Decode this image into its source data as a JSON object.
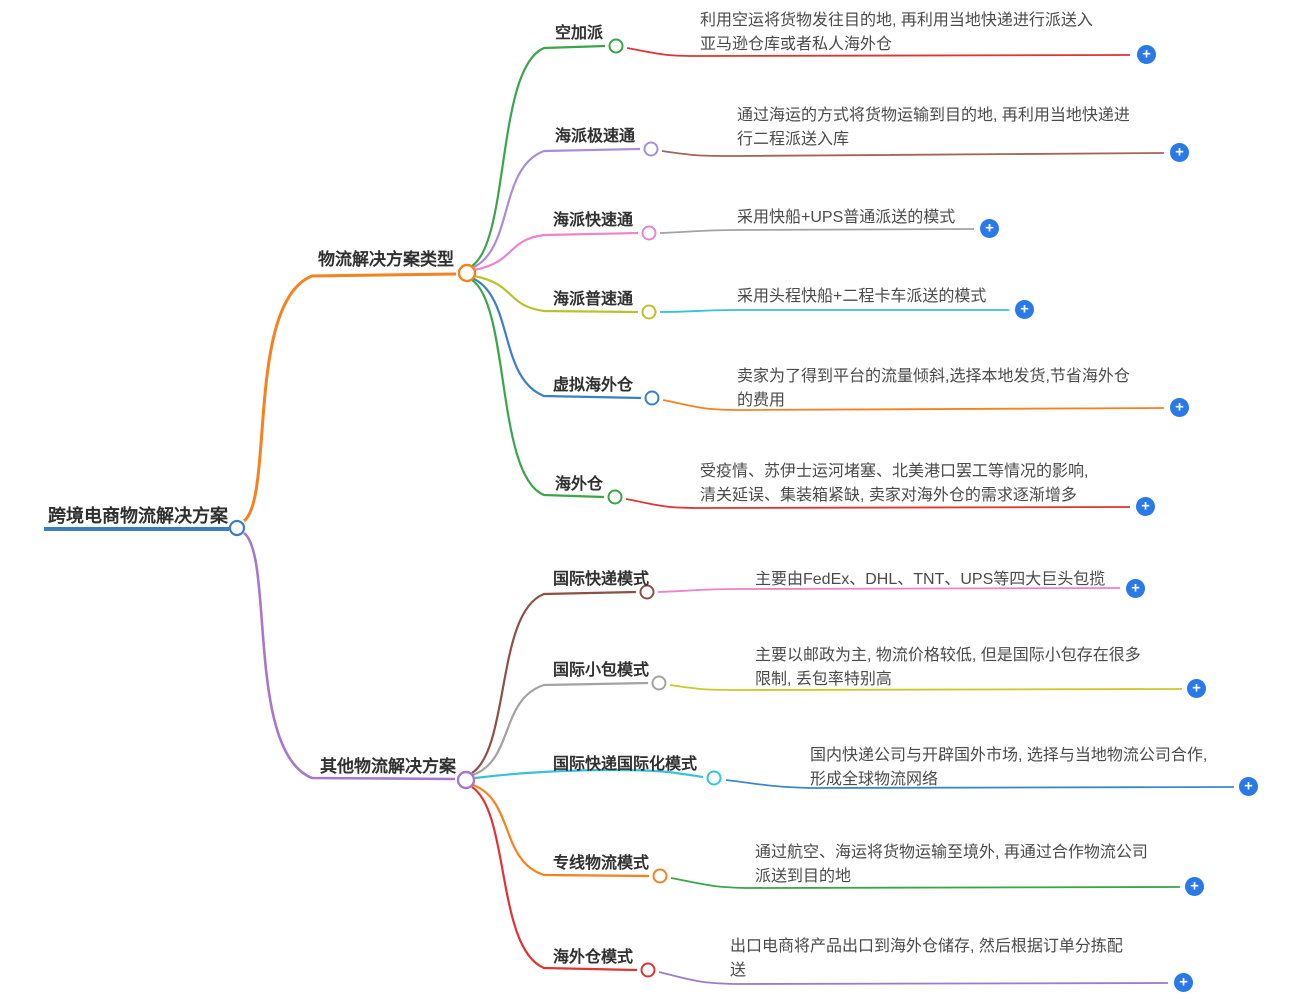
{
  "palette": {
    "blue": "#3b7ec0",
    "orange": "#f5821f",
    "purple": "#a678cd",
    "green": "#3aa648",
    "violet": "#a98ed6",
    "pink": "#ee82d0",
    "olive": "#bcc22c",
    "azure": "#3a80c4",
    "red": "#e03333",
    "brown": "#a2655c",
    "gray": "#a3a3a3",
    "cyan": "#35c3d8",
    "maroon": "#8d4f46",
    "rose": "#ef82c8",
    "yellow": "#c9c929",
    "steel": "#3e86c8",
    "lilac": "#9e7cc8",
    "plus_button": "#2979e8",
    "text_label": "#303030",
    "text_desc": "#4a4a4a"
  },
  "icons": {
    "plus": "+"
  },
  "root": {
    "label": "跨境电商物流解决方案"
  },
  "branch_top": {
    "label": "物流解决方案类型",
    "children": [
      {
        "label": "空加派",
        "desc": "利用空运将货物发往目的地, 再利用当地快递进行派送入\n亚马逊仓库或者私人海外仓"
      },
      {
        "label": "海派极速通",
        "desc": "通过海运的方式将货物运输到目的地, 再利用当地快递进\n行二程派送入库"
      },
      {
        "label": "海派快速通",
        "desc": "采用快船+UPS普通派送的模式"
      },
      {
        "label": "海派普速通",
        "desc": "采用头程快船+二程卡车派送的模式"
      },
      {
        "label": "虚拟海外仓",
        "desc": "卖家为了得到平台的流量倾斜,选择本地发货,节省海外仓\n的费用"
      },
      {
        "label": "海外仓",
        "desc": "受疫情、苏伊士运河堵塞、北美港口罢工等情况的影响,\n清关延误、集装箱紧缺, 卖家对海外仓的需求逐渐增多"
      }
    ]
  },
  "branch_bottom": {
    "label": "其他物流解决方案",
    "children": [
      {
        "label": "国际快递模式",
        "desc": "主要由FedEx、DHL、TNT、UPS等四大巨头包揽"
      },
      {
        "label": "国际小包模式",
        "desc": "主要以邮政为主, 物流价格较低, 但是国际小包存在很多\n限制, 丢包率特别高"
      },
      {
        "label": "国际快递国际化模式",
        "desc": "国内快递公司与开辟国外市场, 选择与当地物流公司合作,\n形成全球物流网络"
      },
      {
        "label": "专线物流模式",
        "desc": "通过航空、海运将货物运输至境外, 再通过合作物流公司\n派送到目的地"
      },
      {
        "label": "海外仓模式",
        "desc": "出口电商将产品出口到海外仓储存, 然后根据订单分拣配\n送"
      }
    ]
  }
}
